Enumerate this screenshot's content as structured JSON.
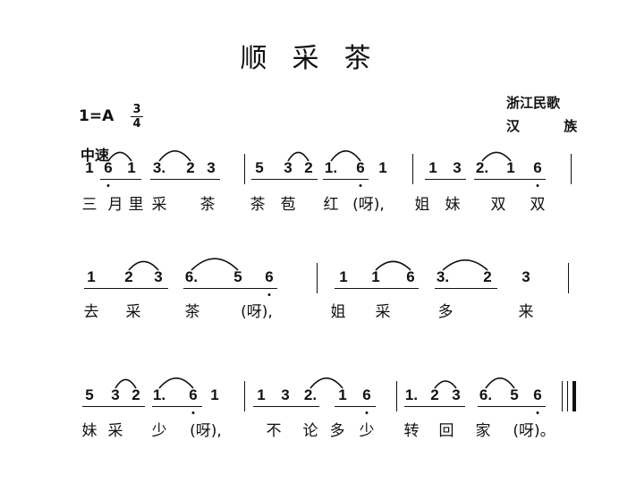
{
  "title": "顺采茶",
  "origin": "浙江民歌",
  "ethnic": "汉 族",
  "key": "1=A",
  "time_sig": {
    "numerator": "3",
    "denominator": "4"
  },
  "tempo": "中速",
  "lines": [
    {
      "notes": [
        "1",
        "6",
        "1",
        "3.",
        "2",
        "3",
        "5",
        "3",
        "2",
        "1.",
        "6",
        "1",
        "1",
        "3",
        "2.",
        "1",
        "6"
      ],
      "lyrics": [
        "三",
        "月",
        "里",
        "采",
        "茶",
        "茶",
        "苞",
        "红",
        "(呀),",
        "姐",
        "妹",
        "双",
        "双"
      ]
    },
    {
      "notes": [
        "1",
        "2",
        "3",
        "6.",
        "5",
        "6",
        "1",
        "1",
        "6",
        "3.",
        "2",
        "3"
      ],
      "lyrics": [
        "去",
        "采",
        "茶",
        "(呀),",
        "姐",
        "采",
        "多",
        "来"
      ]
    },
    {
      "notes": [
        "5",
        "3",
        "2",
        "1.",
        "6",
        "1",
        "1",
        "3",
        "2.",
        "1",
        "6",
        "1.",
        "2",
        "3",
        "6.",
        "5",
        "6"
      ],
      "lyrics": [
        "妹",
        "采",
        "少",
        "(呀),",
        "不",
        "论",
        "多",
        "少",
        "转",
        "回",
        "家",
        "(呀)。"
      ]
    }
  ]
}
